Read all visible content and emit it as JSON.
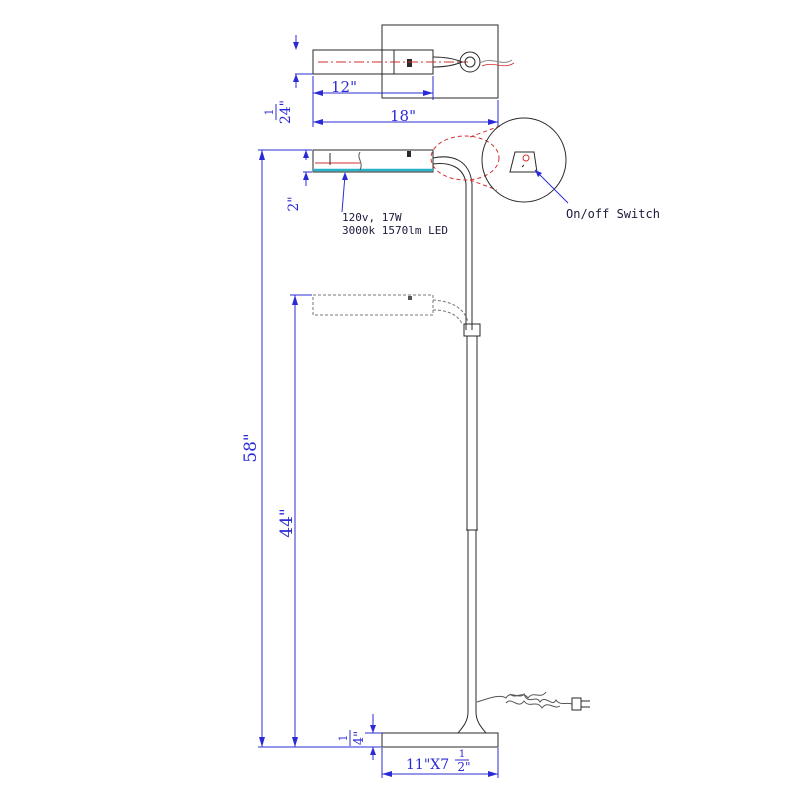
{
  "dimensions": {
    "top_head_length": "12\"",
    "top_total_length": "18\"",
    "top_thickness_num": "1",
    "top_thickness_den": "24\"",
    "head_thickness": "2\"",
    "total_height": "58\"",
    "min_height": "44\"",
    "base_thickness_num": "1",
    "base_thickness_den": "4\"",
    "base_size_main": "11\"X7",
    "base_size_num": "1",
    "base_size_den": "2\""
  },
  "notes": {
    "spec_line1": "120v, 17W",
    "spec_line2": "3000k 1570lm LED",
    "switch_callout": "On/off Switch"
  },
  "colors": {
    "dimension": "#2b2bd6",
    "outline": "#2a2a2a",
    "centerline": "#d23030",
    "led_strip": "#27b3c9",
    "cord": "#8a8a8a"
  }
}
